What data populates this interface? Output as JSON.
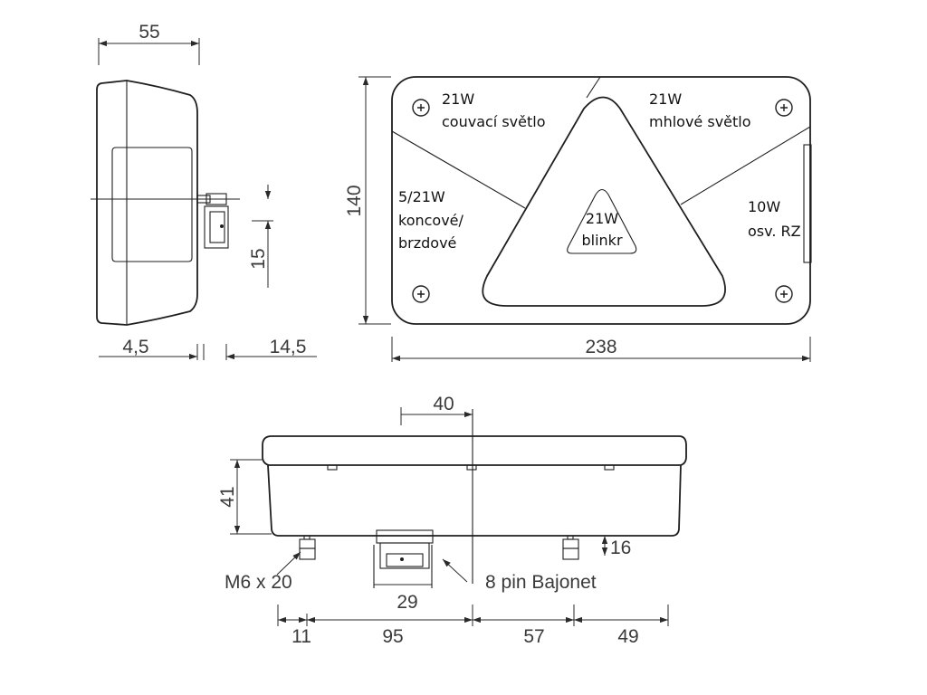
{
  "dimensions": {
    "side_width": "55",
    "side_depth_left": "4,5",
    "side_depth_right": "14,5",
    "connector_offset": "15",
    "front_height": "140",
    "front_width": "238",
    "bottom_connector_offset": "40",
    "bottom_height": "41",
    "bolt_length": "16",
    "connector_width": "29",
    "seg_1": "11",
    "seg_2": "95",
    "seg_3": "57",
    "seg_4": "49"
  },
  "functions": {
    "reverse_watt": "21W",
    "reverse_name": "couvací světlo",
    "fog_watt": "21W",
    "fog_name": "mhlové světlo",
    "tail_watt": "5/21W",
    "tail_name_1": "koncové/",
    "tail_name_2": "brzdové",
    "plate_watt": "10W",
    "plate_name": "osv. RZ",
    "indicator_watt": "21W",
    "indicator_name": "blinkr"
  },
  "notes": {
    "bolt": "M6 x 20",
    "connector": "8 pin Bajonet"
  }
}
